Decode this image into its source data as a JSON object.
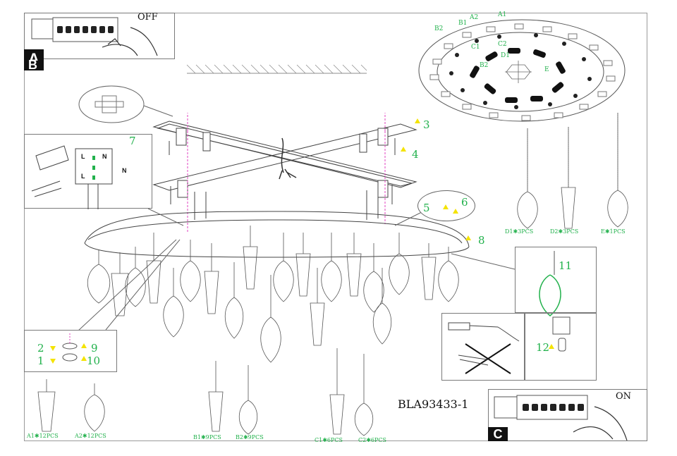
{
  "panel_b": {
    "label": "B",
    "state": "OFF"
  },
  "panel_a": {
    "label": "A"
  },
  "panel_c": {
    "label": "C",
    "state": "ON"
  },
  "model": "BLA93433-1",
  "top_view_labels": {
    "a1": "A1",
    "a2": "A2",
    "b1": "B1",
    "b2_outer": "B2",
    "c1": "C1",
    "c2": "C2",
    "d1": "D1",
    "b2_inner": "B2",
    "e": "E"
  },
  "steps": {
    "s1": "1",
    "s2": "2",
    "s3": "3",
    "s4": "4",
    "s5": "5",
    "s6": "6",
    "s7": "7",
    "s8": "8",
    "s9": "9",
    "s10": "10",
    "s11": "11",
    "s12": "12"
  },
  "wiring": {
    "l_top": "L",
    "n_top": "N",
    "n_out": "N",
    "l_bottom": "L"
  },
  "crystals": {
    "d1": "D1✱3PCS",
    "d2": "D2✱3PCS",
    "e": "E✱1PCS",
    "a1": "A1✱12PCS",
    "a2": "A2✱12PCS",
    "b1": "B1✱9PCS",
    "b2": "B2✱9PCS",
    "c1": "C1✱6PCS",
    "c2": "C2✱6PCS"
  },
  "colors": {
    "accent_green": "#22b14c",
    "arrow_yellow": "#f4e300",
    "wire_magenta": "#e040c0"
  },
  "icons": [
    "hand-icon",
    "bulb-icon",
    "cross-icon",
    "crystal-drop-icon",
    "switch-icon"
  ]
}
